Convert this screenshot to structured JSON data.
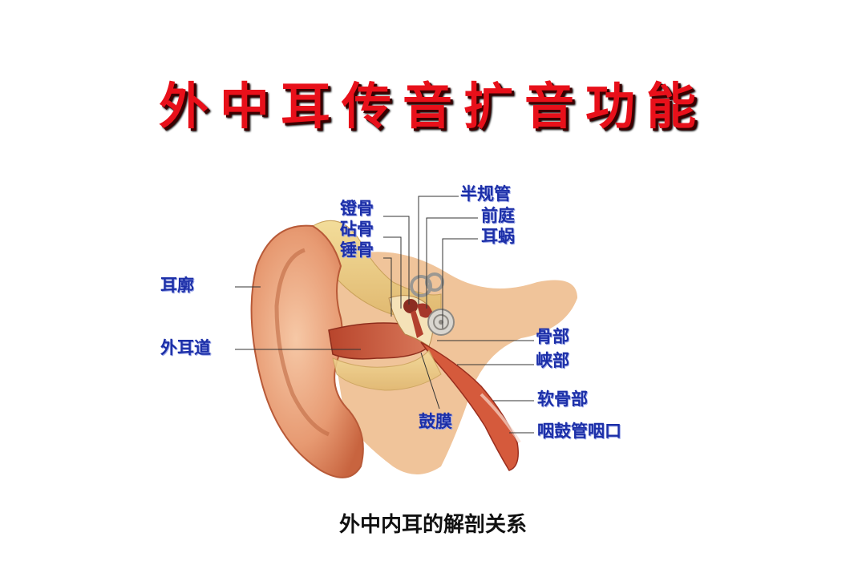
{
  "title": "外中耳传音扩音功能",
  "caption": "外中内耳的解剖关系",
  "labels": {
    "stapes": "镫骨",
    "incus": "砧骨",
    "malleus": "锤骨",
    "semicircular_canals": "半规管",
    "vestibule": "前庭",
    "cochlea": "耳蜗",
    "auricle": "耳廓",
    "external_canal": "外耳道",
    "bony_part": "骨部",
    "isthmus": "峡部",
    "cartilage_part": "软骨部",
    "eardrum": "鼓膜",
    "pharyngeal_opening": "咽鼓管咽口"
  },
  "colors": {
    "title": "#e8101a",
    "label": "#1c2fa8"
  }
}
